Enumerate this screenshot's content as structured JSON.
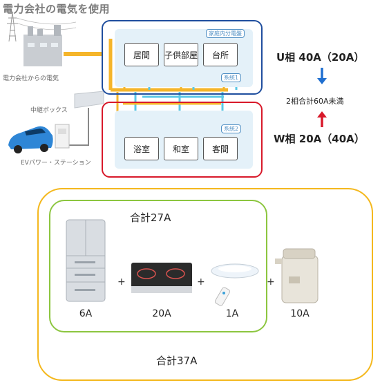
{
  "title": "電力会社の電気を使用",
  "labels": {
    "grid": "電力会社からの電気",
    "relay": "中継ボックス",
    "ev": "EVパワー・ステーション"
  },
  "panel": {
    "board": "家庭内分電盤",
    "system1": "系統1",
    "system2": "系統2"
  },
  "rooms_system1": [
    "居間",
    "子供部屋",
    "台所"
  ],
  "rooms_system2": [
    "浴室",
    "和室",
    "客間"
  ],
  "phases": {
    "u": "U相 40A（20A）",
    "total": "2相合計60A未満",
    "w": "W相 20A（40A）"
  },
  "colors": {
    "system1_border": "#1f4e9e",
    "system2_border": "#d8192a",
    "outer_border": "#f4b81e",
    "inner_border": "#8cc63f",
    "power_line": "#f5b52a",
    "branch_line": "#5bc8e6",
    "arrow_down": "#1f6fd0",
    "arrow_up": "#d8192a"
  },
  "appliances": {
    "inner_total": "合計27A",
    "outer_total": "合計37A",
    "items": [
      {
        "name": "refrigerator",
        "amps": "6A"
      },
      {
        "name": "ih-cooktop",
        "amps": "20A"
      },
      {
        "name": "ceiling-light",
        "amps": "1A"
      },
      {
        "name": "electric-kettle",
        "amps": "10A"
      }
    ],
    "plus": "+"
  }
}
